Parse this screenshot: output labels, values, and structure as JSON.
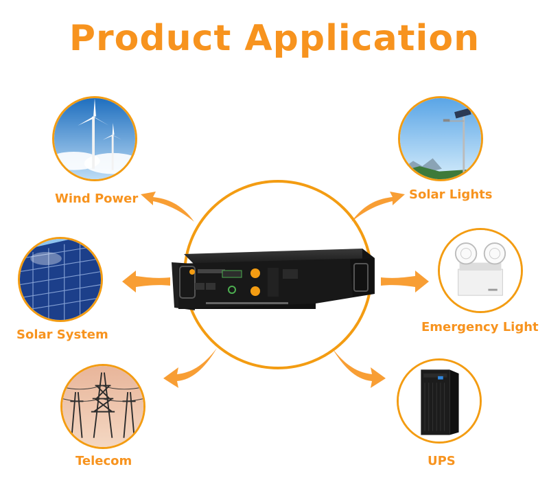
{
  "title": "Product Application",
  "colors": {
    "accent": "#f39c12",
    "ring": "#f39c12"
  },
  "applications": [
    {
      "label": "Wind Power",
      "icon": "wind-turbine-icon"
    },
    {
      "label": "Solar Lights",
      "icon": "street-light-icon"
    },
    {
      "label": "Solar System",
      "icon": "solar-panel-icon"
    },
    {
      "label": "Emergency Light",
      "icon": "emergency-light-icon"
    },
    {
      "label": "Telecom",
      "icon": "power-tower-icon"
    },
    {
      "label": "UPS",
      "icon": "ups-cabinet-icon"
    }
  ]
}
